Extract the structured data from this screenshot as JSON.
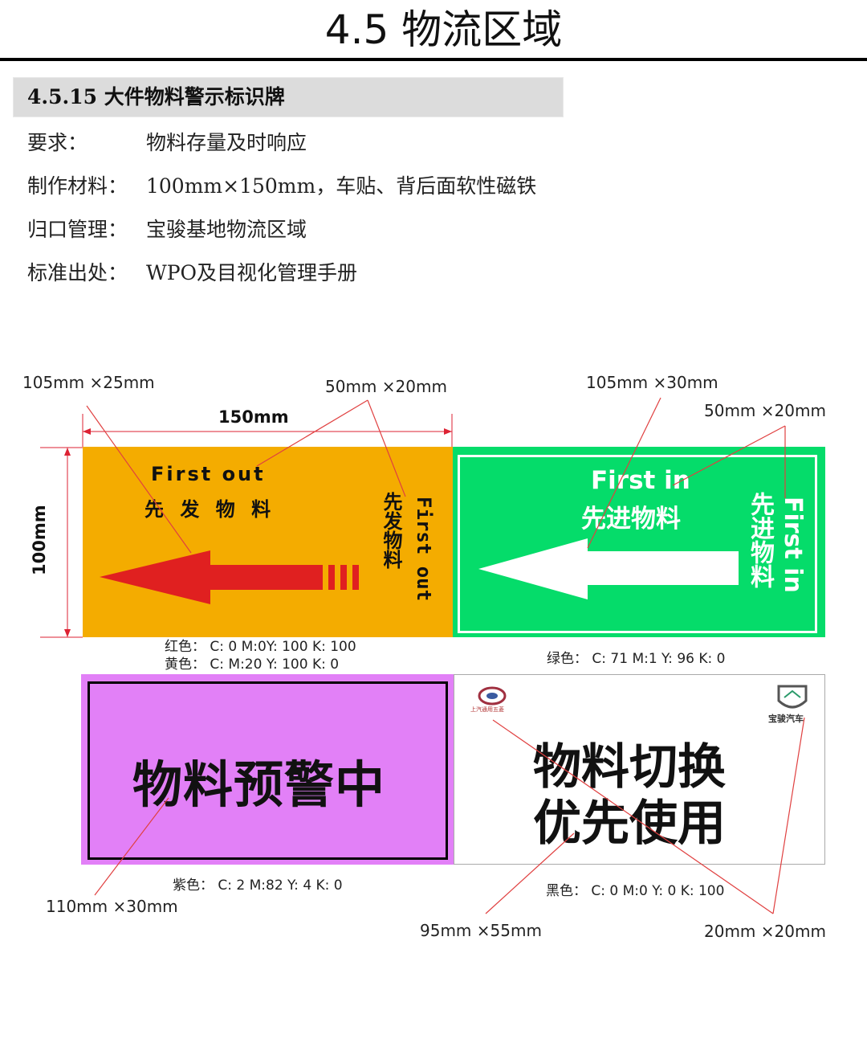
{
  "header": {
    "title": "4.5 物流区域",
    "section": "4.5.15 大件物料警示标识牌"
  },
  "specs": [
    {
      "label": "要求：",
      "value": "物料存量及时响应"
    },
    {
      "label": "制作材料：",
      "value": "100mm×150mm，车贴、背后面软性磁铁"
    },
    {
      "label": "归口管理：",
      "value": "宝骏基地物流区域"
    },
    {
      "label": "标准出处：",
      "value": "WPO及目视化管理手册"
    }
  ],
  "dimensions": {
    "yellow_arrow_box": "105mm ×25mm",
    "yellow_side_text": "50mm ×20mm",
    "width": "150mm",
    "height": "100mm",
    "green_arrow_box": "105mm ×30mm",
    "green_side_text": "50mm ×20mm",
    "purple_text": "110mm ×30mm",
    "white_text": "95mm ×55mm",
    "logos": "20mm ×20mm"
  },
  "signs": {
    "yellow": {
      "en": "First  out",
      "cn": "先 发 物 料",
      "side_en": "First out",
      "side_cn": "先发物料"
    },
    "green": {
      "en": "First in",
      "cn": "先进物料",
      "side_en": "First in",
      "side_cn": "先进物料"
    },
    "purple": {
      "text": "物料预警中"
    },
    "white": {
      "line1": "物料切换",
      "line2": "优先使用",
      "logo_left_text": "上汽通用五菱",
      "logo_right_text": "宝骏汽车"
    }
  },
  "color_notes": {
    "red": "红色：  C: 0  M:0Y: 100  K: 100",
    "yellow": "黄色：  C:   M:20 Y: 100  K: 0",
    "green": "绿色：  C: 71  M:1 Y: 96  K: 0",
    "purple": "紫色：  C: 2  M:82  Y: 4  K: 0",
    "black": "黑色：  C: 0  M:0 Y: 0  K: 100"
  },
  "colors": {
    "yellow": "#f4ac00",
    "green": "#05dc6a",
    "purple": "#e280f7",
    "red": "#e02020"
  }
}
